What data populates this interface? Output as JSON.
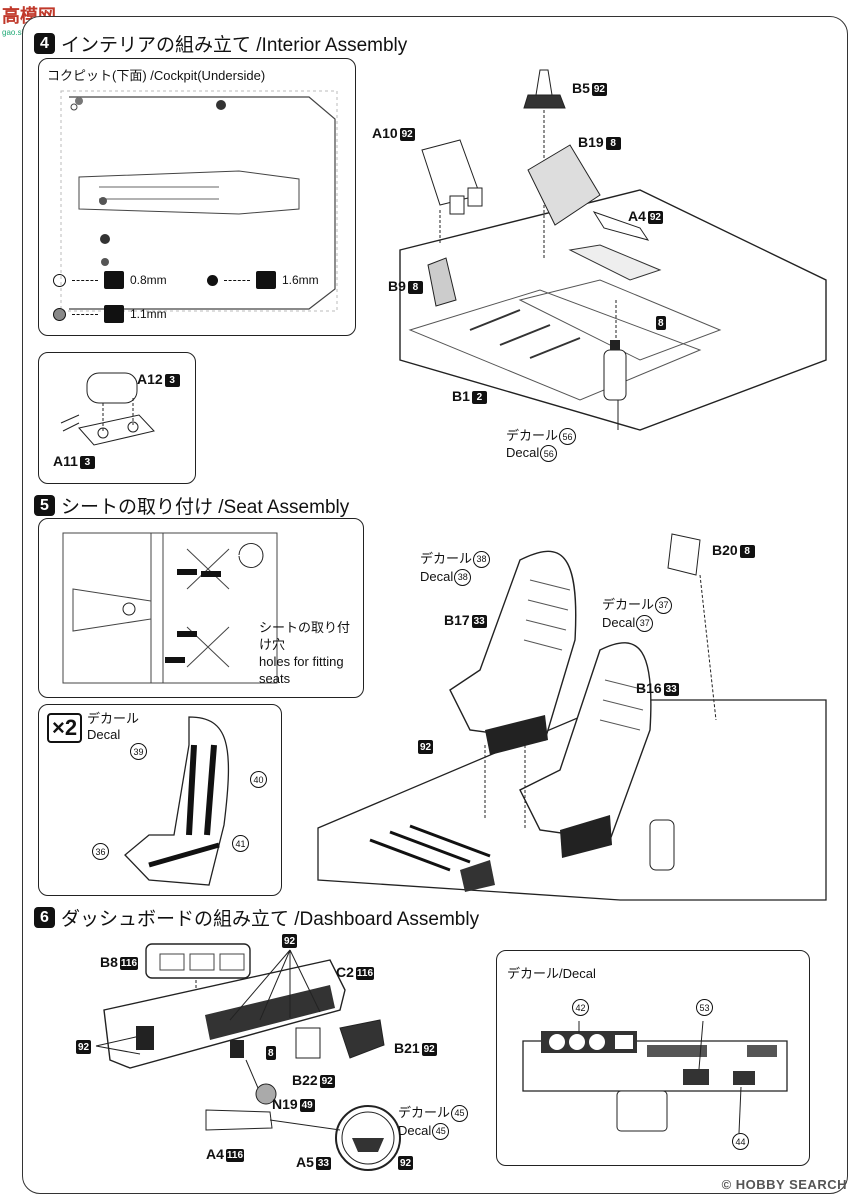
{
  "watermark": {
    "top_text": "高模网",
    "top_sub": "gao.shan.com",
    "footer": "© HOBBY SEARCH"
  },
  "step4": {
    "number": "4",
    "title": "インテリアの組み立て /Interior Assembly",
    "cockpit_title": "コクピット(下面) /Cockpit(Underside)",
    "drill_08": "0.8mm",
    "drill_16": "1.6mm",
    "drill_11": "1.1mm",
    "parts": {
      "B5": "B5",
      "B5_paint": "92",
      "A10": "A10",
      "A10_paint": "92",
      "B19": "B19",
      "B19_paint": "8",
      "A4": "A4",
      "A4_paint": "92",
      "B9": "B9",
      "B9_paint": "8",
      "paint8": "8",
      "B1": "B1",
      "B1_paint": "2",
      "A12": "A12",
      "A12_paint": "3",
      "A11": "A11",
      "A11_paint": "3"
    },
    "decal_jp": "デカール",
    "decal_en": "Decal",
    "decal_num": "56"
  },
  "step5": {
    "number": "5",
    "title": "シートの取り付け /Seat Assembly",
    "holes_jp_1": "シートの取り付",
    "holes_jp_2": "け穴",
    "holes_en_1": "holes for fitting",
    "holes_en_2": "seats",
    "x2": "×2",
    "decal_jp": "デカール",
    "decal_en": "Decal",
    "inset_decals": [
      "39",
      "40",
      "36",
      "41"
    ],
    "decal38": "38",
    "decal37": "37",
    "B17": "B17",
    "B17_paint": "33",
    "B16": "B16",
    "B16_paint": "33",
    "B20": "B20",
    "B20_paint": "8",
    "paint92": "92"
  },
  "step6": {
    "number": "6",
    "title": "ダッシュボードの組み立て /Dashboard Assembly",
    "B8": "B8",
    "B8_paint": "116",
    "C2": "C2",
    "C2_paint": "116",
    "paint92": "92",
    "paint8": "8",
    "B21": "B21",
    "B21_paint": "92",
    "B22": "B22",
    "B22_paint": "92",
    "N19": "N19",
    "N19_paint": "49",
    "A4": "A4",
    "A4_paint": "116",
    "A5": "A5",
    "A5_paint": "33",
    "decal_jp": "デカール",
    "decal_en": "Decal",
    "decal_num": "45",
    "decal_box_title": "デカール/Decal",
    "decal_box_nums": [
      "42",
      "53",
      "44"
    ]
  }
}
